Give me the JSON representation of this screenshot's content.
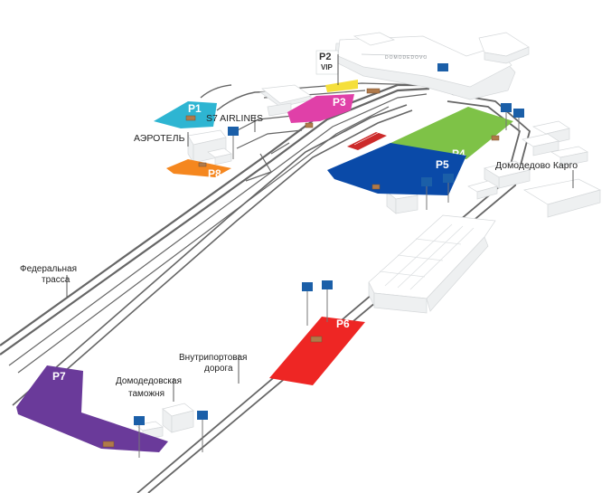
{
  "labels": {
    "p2": "P2",
    "p2_sub": "VIP",
    "p1": "P1",
    "p3": "P3",
    "p4": "P4",
    "p5": "P5",
    "p6": "P6",
    "p7": "P7",
    "p8": "P8",
    "airlines": "S7 AIRLINES",
    "hotel": "АЭРОТЕЛЬ",
    "cargo": "Домодедово Карго",
    "highway_l1": "Федеральная",
    "highway_l2": "трасса",
    "internal_road_l1": "Внутрипортовая",
    "internal_road_l2": "дорога",
    "customs_l1": "Домодедовская",
    "customs_l2": "таможня",
    "terminal_sign": "DOMODEDOVO"
  },
  "colors": {
    "p1": "#2eb5d2",
    "p2": "#f5df3a",
    "p3": "#e040a8",
    "p4": "#7ec247",
    "p5": "#0a4aa8",
    "p6": "#ee2624",
    "p7": "#6a3a9a",
    "p8": "#f5871f",
    "sign": "#1b5fa8",
    "rail": "#666666"
  },
  "icons": [
    "bus-stop-icon",
    "train-icon",
    "parking-gate-icon"
  ]
}
